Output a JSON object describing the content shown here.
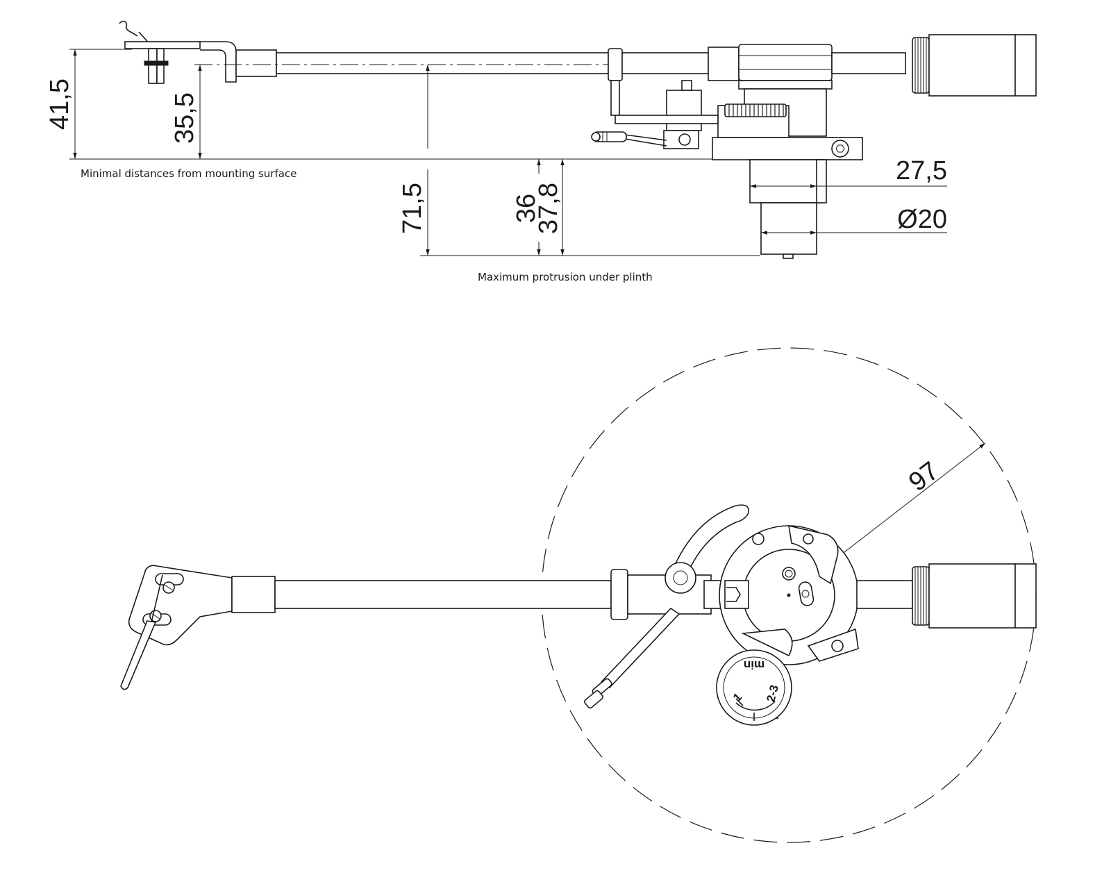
{
  "side_view": {
    "dimensions": {
      "total_height": "41,5",
      "arm_height": "35,5",
      "protrusion": "71,5",
      "pillar_a": "36",
      "pillar_b": "37,8",
      "base_width": "27,5",
      "pillar_diameter": "Ø20"
    },
    "notes": {
      "mounting": "Minimal distances from mounting surface",
      "protrusion": "Maximum protrusion under plinth"
    }
  },
  "top_view": {
    "radius_label": "97",
    "dial": {
      "label_min": "min",
      "label_one": "1",
      "label_two_three": "2-3"
    }
  }
}
